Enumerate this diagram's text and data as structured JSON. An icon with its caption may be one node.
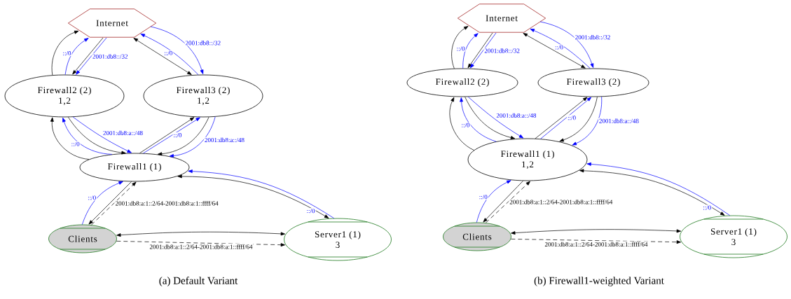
{
  "diagram": {
    "nodes": [
      {
        "text": [
          "Internet"
        ]
      },
      {
        "text": [
          "Firewall2 (2)",
          "1,2"
        ]
      },
      {
        "text": [
          "Firewall3 (2)",
          "1,2"
        ]
      },
      {
        "text": [
          "Firewall1 (1)"
        ]
      },
      {
        "text": [
          "Clients"
        ]
      },
      {
        "text": [
          "Server1 (1)",
          "3"
        ]
      },
      {
        "text": [
          "Internet"
        ]
      },
      {
        "text": [
          "Firewall2 (2)"
        ]
      },
      {
        "text": [
          "Firewall3 (2)"
        ]
      },
      {
        "text": [
          "Firewall1 (1)",
          "1,2"
        ]
      },
      {
        "text": [
          "Clients"
        ]
      },
      {
        "text": [
          "Server1 (1)",
          "3"
        ]
      }
    ],
    "edges": [
      {
        "from": 1,
        "to": 0,
        "arrow": "to"
      },
      {
        "from": 0,
        "to": 1,
        "arrow": "to"
      },
      {
        "from": 1,
        "to": 0,
        "arrow": "to",
        "label": "::/0",
        "color": "#0000ff"
      },
      {
        "from": 0,
        "to": 1,
        "arrow": "to",
        "label": "2001:db8::/32",
        "color": "#0000ff"
      },
      {
        "from": 0,
        "to": 2,
        "arrow": "both"
      },
      {
        "from": 2,
        "to": 0,
        "arrow": "to",
        "label": "::/0",
        "color": "#0000ff"
      },
      {
        "from": 0,
        "to": 2,
        "arrow": "to",
        "label": "2001:db8::/32",
        "color": "#0000ff"
      },
      {
        "from": 3,
        "to": 1,
        "arrow": "to"
      },
      {
        "from": 3,
        "to": 1,
        "arrow": "to",
        "label": "::/0",
        "color": "#0000ff"
      },
      {
        "from": 1,
        "to": 3,
        "arrow": "to"
      },
      {
        "from": 1,
        "to": 3,
        "arrow": "to",
        "label": "2001:db8:a::/48",
        "color": "#0000ff"
      },
      {
        "from": 3,
        "to": 2,
        "arrow": "to"
      },
      {
        "from": 3,
        "to": 2,
        "arrow": "to",
        "label": "::/0",
        "color": "#0000ff"
      },
      {
        "from": 2,
        "to": 3,
        "arrow": "to"
      },
      {
        "from": 2,
        "to": 3,
        "arrow": "to",
        "label": "2001:db8:a::/48",
        "color": "#0000ff"
      },
      {
        "from": 4,
        "to": 3,
        "arrow": "to",
        "label": "::/0",
        "color": "#0000ff"
      },
      {
        "from": 3,
        "to": 4,
        "arrow": "to"
      },
      {
        "from": 4,
        "to": 3,
        "arrow": "to",
        "label": "2001:db8:a:1::2/64-2001:db8:a:1::ffff/64",
        "style": "dashed"
      },
      {
        "from": 3,
        "to": 5,
        "arrow": "both"
      },
      {
        "from": 5,
        "to": 3,
        "arrow": "to",
        "label": "::/0",
        "color": "#0000ff"
      },
      {
        "from": 4,
        "to": 5,
        "arrow": "both"
      },
      {
        "from": 4,
        "to": 5,
        "arrow": "to",
        "label": "2001:db8:a:1::2/64-2001:db8:a:1::ffff/64",
        "style": "dashed"
      },
      {
        "from": 7,
        "to": 6,
        "arrow": "to"
      },
      {
        "from": 6,
        "to": 7,
        "arrow": "to"
      },
      {
        "from": 7,
        "to": 6,
        "arrow": "to",
        "label": "::/0",
        "color": "#0000ff"
      },
      {
        "from": 6,
        "to": 7,
        "arrow": "to",
        "label": "2001:db8::/32",
        "color": "#0000ff"
      },
      {
        "from": 6,
        "to": 8,
        "arrow": "both"
      },
      {
        "from": 8,
        "to": 6,
        "arrow": "to",
        "label": "::/0",
        "color": "#0000ff"
      },
      {
        "from": 6,
        "to": 8,
        "arrow": "to",
        "label": "2001:db8::/32",
        "color": "#0000ff"
      },
      {
        "from": 9,
        "to": 7,
        "arrow": "to"
      },
      {
        "from": 9,
        "to": 7,
        "arrow": "to",
        "label": "::/0",
        "color": "#0000ff"
      },
      {
        "from": 7,
        "to": 9,
        "arrow": "to"
      },
      {
        "from": 7,
        "to": 9,
        "arrow": "to",
        "label": "2001:db8:a::/48",
        "color": "#0000ff"
      },
      {
        "from": 9,
        "to": 8,
        "arrow": "to"
      },
      {
        "from": 9,
        "to": 8,
        "arrow": "to",
        "label": "::/0",
        "color": "#0000ff"
      },
      {
        "from": 8,
        "to": 9,
        "arrow": "to"
      },
      {
        "from": 8,
        "to": 9,
        "arrow": "to",
        "label": "2001:db8:a::/48",
        "color": "#0000ff"
      },
      {
        "from": 10,
        "to": 9,
        "arrow": "to",
        "label": "::/0",
        "color": "#0000ff"
      },
      {
        "from": 9,
        "to": 10,
        "arrow": "to"
      },
      {
        "from": 10,
        "to": 9,
        "arrow": "to",
        "label": "2001:db8:a:1::2/64-2001:db8:a:1::ffff/64",
        "style": "dashed"
      },
      {
        "from": 9,
        "to": 11,
        "arrow": "both"
      },
      {
        "from": 11,
        "to": 9,
        "arrow": "to",
        "label": "::/0",
        "color": "#0000ff"
      },
      {
        "from": 10,
        "to": 11,
        "arrow": "both"
      },
      {
        "from": 10,
        "to": 11,
        "arrow": "to",
        "label": "2001:db8:a:1::2/64-2001:db8:a:1::ffff/64",
        "style": "dashed"
      }
    ],
    "labels": [
      "(a) Default Variant",
      "(b) Firewall1-weighted Variant"
    ]
  }
}
